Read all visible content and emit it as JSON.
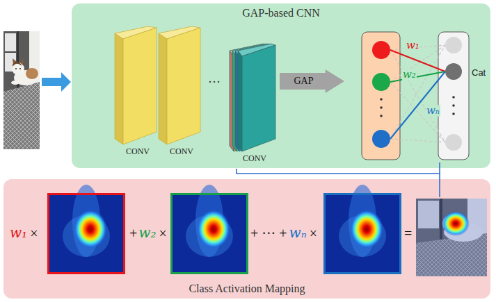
{
  "diagram": {
    "nodes": [
      {
        "text": [
          "GAP-based CNN"
        ]
      },
      {
        "text": [
          "CONV"
        ],
        "in": 0
      },
      {
        "text": [
          "CONV"
        ],
        "in": 0
      },
      {
        "text": [
          "CONV"
        ],
        "in": 0
      },
      {
        "text": [
          "GAP"
        ],
        "in": 0
      },
      {
        "text": [
          "Class Activation Mapping"
        ]
      }
    ],
    "labels": [
      "···",
      "w₁",
      "w₂",
      "wₙ",
      "Cat",
      "w₁",
      "×",
      "+",
      "w₂",
      "×",
      "+ ··· +",
      "wₙ",
      "×",
      "="
    ]
  }
}
